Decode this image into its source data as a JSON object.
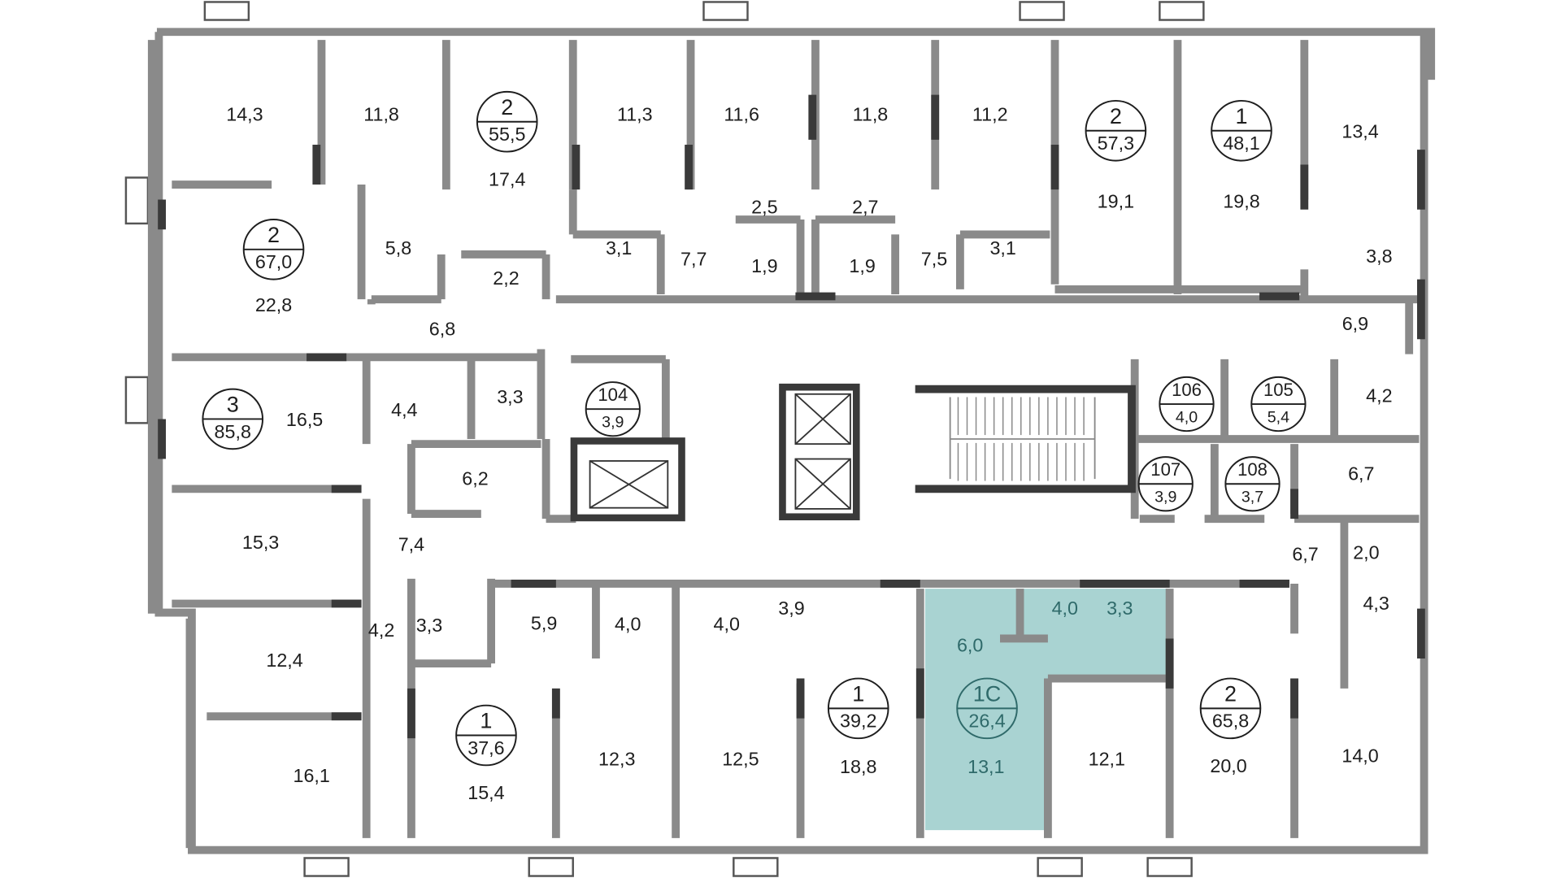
{
  "colors": {
    "highlight": "#a9d3d2",
    "highlight_text": "#2f6a6a",
    "wall": "#8a8a8a",
    "wall_dark": "#3a3a3a"
  },
  "rooms": [
    "14,3",
    "11,8",
    "17,4",
    "11,3",
    "11,6",
    "11,8",
    "11,2",
    "19,1",
    "19,8",
    "13,4",
    "22,8",
    "5,8",
    "2,2",
    "3,1",
    "7,7",
    "2,5",
    "2,7",
    "1,9",
    "1,9",
    "7,5",
    "3,1",
    "3,8",
    "6,9",
    "6,8",
    "16,5",
    "4,4",
    "3,3",
    "4,2",
    "6,2",
    "6,7",
    "15,3",
    "7,4",
    "6,7",
    "2,0",
    "4,2",
    "3,3",
    "5,9",
    "4,0",
    "4,0",
    "3,9",
    "6,0",
    "4,0",
    "3,3",
    "4,3",
    "12,4",
    "15,4",
    "12,3",
    "12,5",
    "18,8",
    "13,1",
    "12,1",
    "20,0",
    "14,0",
    "16,1"
  ],
  "apartments": [
    {
      "rooms": "2",
      "area": "55,5"
    },
    {
      "rooms": "2",
      "area": "57,3"
    },
    {
      "rooms": "1",
      "area": "48,1"
    },
    {
      "rooms": "2",
      "area": "67,0"
    },
    {
      "rooms": "3",
      "area": "85,8"
    },
    {
      "rooms": "104",
      "area": "3,9"
    },
    {
      "rooms": "106",
      "area": "4,0"
    },
    {
      "rooms": "105",
      "area": "5,4"
    },
    {
      "rooms": "107",
      "area": "3,9"
    },
    {
      "rooms": "108",
      "area": "3,7"
    },
    {
      "rooms": "1",
      "area": "37,6"
    },
    {
      "rooms": "1",
      "area": "39,2"
    },
    {
      "rooms": "1C",
      "area": "26,4",
      "highlighted": true
    },
    {
      "rooms": "2",
      "area": "65,8"
    }
  ]
}
